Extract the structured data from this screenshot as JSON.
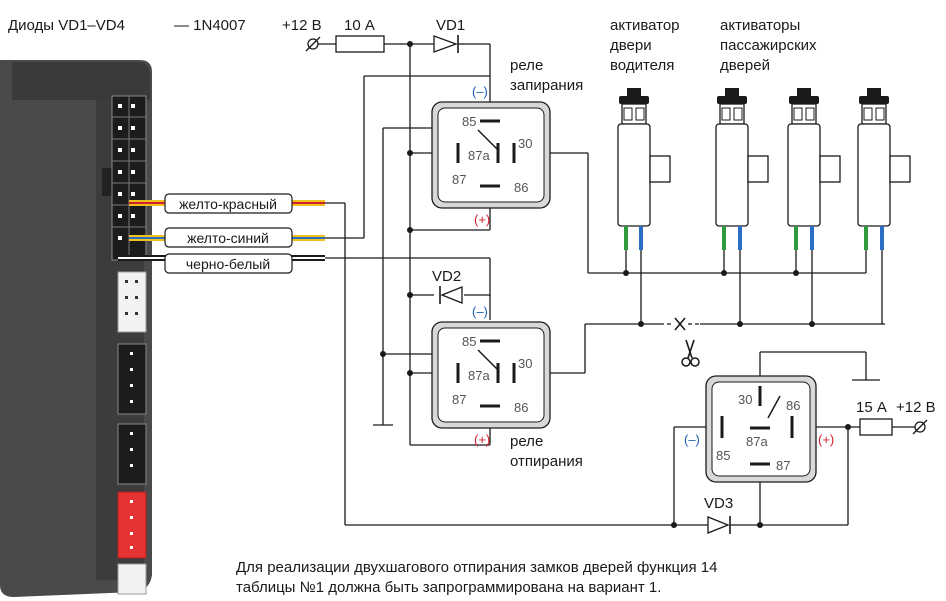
{
  "header": {
    "diode_note": "Диоды VD1–VD4",
    "diode_part": "— 1N4007",
    "voltage_top": "+12 В",
    "fuse_top": "10 А"
  },
  "diodes": {
    "vd1": "VD1",
    "vd2": "VD2",
    "vd3": "VD3"
  },
  "relays": {
    "lock_title_1": "реле",
    "lock_title_2": "запирания",
    "unlock_title_1": "реле",
    "unlock_title_2": "отпирания",
    "pin_85": "85",
    "pin_86": "86",
    "pin_87": "87",
    "pin_87a": "87a",
    "pin_30": "30",
    "minus": "(–)",
    "plus": "(+)"
  },
  "actuators": {
    "driver_line1": "активатор",
    "driver_line2": "двери",
    "driver_line3": "водителя",
    "pass_line1": "активаторы",
    "pass_line2": "пассажирских",
    "pass_line3": "дверей"
  },
  "wires": {
    "yellow_red": "желто-красный",
    "yellow_blue": "желто-синий",
    "black_white": "черно-белый"
  },
  "right_supply": {
    "fuse": "15 А",
    "voltage": "+12 В"
  },
  "footer": {
    "line1": "Для реализации двухшагового отпирания замков дверей функция 14",
    "line2": "таблицы №1 должна быть запрограммирована на вариант 1."
  },
  "colors": {
    "minus_blue": "#1a5fb4",
    "plus_red": "#d0202e",
    "wire_green": "#2e9a3c",
    "wire_blue": "#2a6fc4",
    "wire_yellow": "#f2c21a",
    "connector_red": "#e63232",
    "device_body": "#4a4a4a"
  }
}
